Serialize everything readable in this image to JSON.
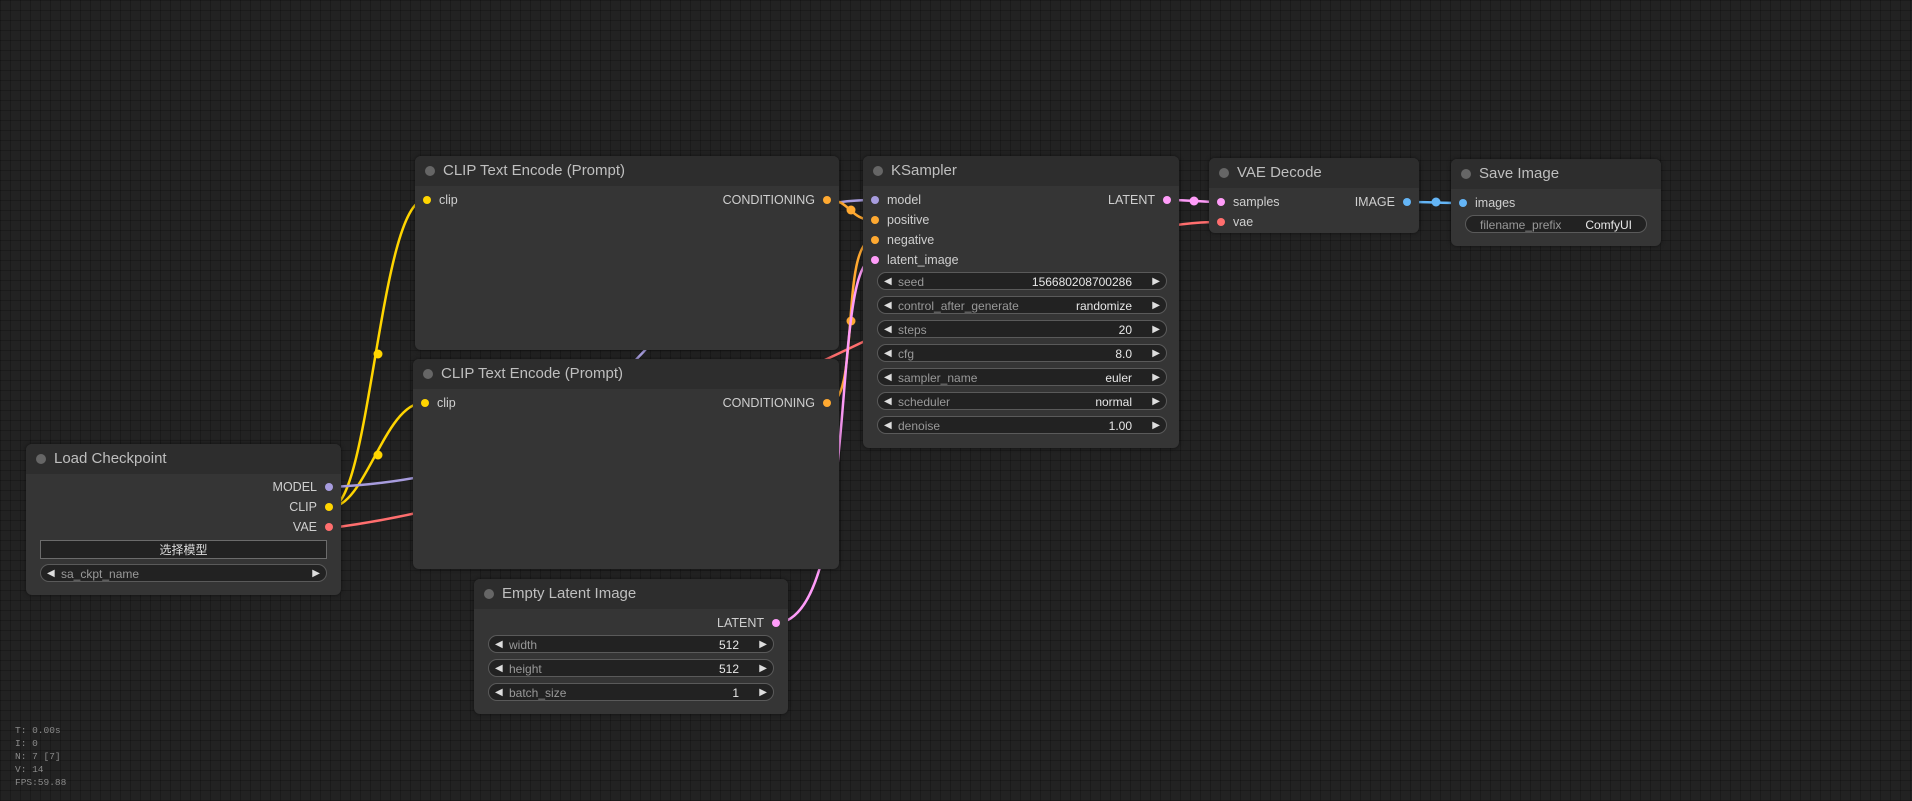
{
  "colors": {
    "model": "#a79cde",
    "clip": "#ffd500",
    "vae": "#ff6e6e",
    "conditioning": "#ffa931",
    "latent": "#ff9cf9",
    "image": "#64b5f6"
  },
  "nodes": {
    "load_checkpoint": {
      "title": "Load Checkpoint",
      "outputs": [
        "MODEL",
        "CLIP",
        "VAE"
      ],
      "button_label": "选择模型",
      "combo_label": "sa_ckpt_name"
    },
    "clip_text_encode_1": {
      "title": "CLIP Text Encode (Prompt)",
      "input": "clip",
      "output": "CONDITIONING"
    },
    "clip_text_encode_2": {
      "title": "CLIP Text Encode (Prompt)",
      "input": "clip",
      "output": "CONDITIONING"
    },
    "ksampler": {
      "title": "KSampler",
      "inputs": [
        "model",
        "positive",
        "negative",
        "latent_image"
      ],
      "output": "LATENT",
      "widgets": [
        {
          "label": "seed",
          "value": "156680208700286"
        },
        {
          "label": "control_after_generate",
          "value": "randomize"
        },
        {
          "label": "steps",
          "value": "20"
        },
        {
          "label": "cfg",
          "value": "8.0"
        },
        {
          "label": "sampler_name",
          "value": "euler"
        },
        {
          "label": "scheduler",
          "value": "normal"
        },
        {
          "label": "denoise",
          "value": "1.00"
        }
      ]
    },
    "vae_decode": {
      "title": "VAE Decode",
      "inputs": [
        "samples",
        "vae"
      ],
      "output": "IMAGE"
    },
    "save_image": {
      "title": "Save Image",
      "input": "images",
      "widget": {
        "label": "filename_prefix",
        "value": "ComfyUI"
      }
    },
    "empty_latent": {
      "title": "Empty Latent Image",
      "output": "LATENT",
      "widgets": [
        {
          "label": "width",
          "value": "512"
        },
        {
          "label": "height",
          "value": "512"
        },
        {
          "label": "batch_size",
          "value": "1"
        }
      ]
    }
  },
  "stats": [
    "T: 0.00s",
    "I: 0",
    "N: 7 [7]",
    "V: 14",
    "FPS:59.88"
  ]
}
